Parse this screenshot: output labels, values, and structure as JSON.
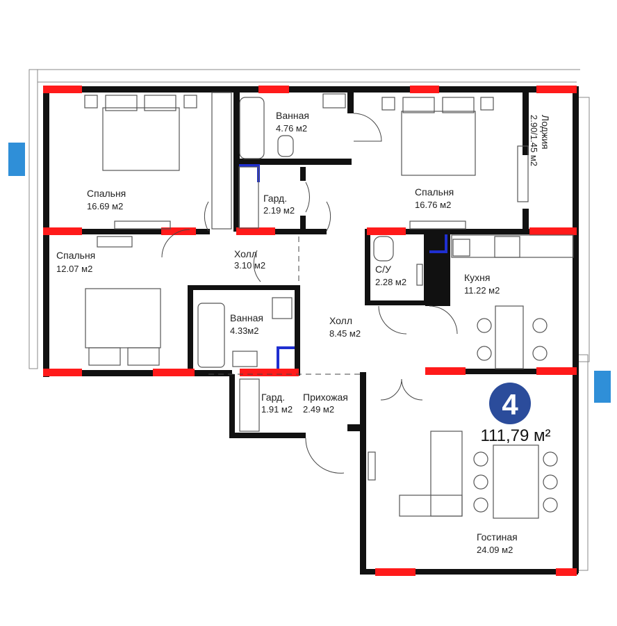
{
  "plan": {
    "apartment_number": "4",
    "total_area": "111,79 м²",
    "badge_color": "#2b4c9b",
    "window_color": "#ff1a1a",
    "riser_color": "#1f2fd0"
  },
  "rooms": [
    {
      "name": "Спальня",
      "area": "16.69 м2"
    },
    {
      "name": "Ванная",
      "area": "4.76 м2"
    },
    {
      "name": "Спальня",
      "area": "16.76 м2"
    },
    {
      "name": "Лоджия",
      "area": "2.90/1.45 м2"
    },
    {
      "name": "Гард.",
      "area": "2.19 м2"
    },
    {
      "name": "Спальня",
      "area": "12.07 м2"
    },
    {
      "name": "Холл",
      "area": "3.10 м2"
    },
    {
      "name": "С/У",
      "area": "2.28 м2"
    },
    {
      "name": "Кухня",
      "area": "11.22 м2"
    },
    {
      "name": "Ванная",
      "area": "4.33м2"
    },
    {
      "name": "Холл",
      "area": "8.45 м2"
    },
    {
      "name": "Гард.",
      "area": "1.91 м2"
    },
    {
      "name": "Прихожая",
      "area": "2.49 м2"
    },
    {
      "name": "Гостиная",
      "area": "24.09 м2"
    }
  ]
}
